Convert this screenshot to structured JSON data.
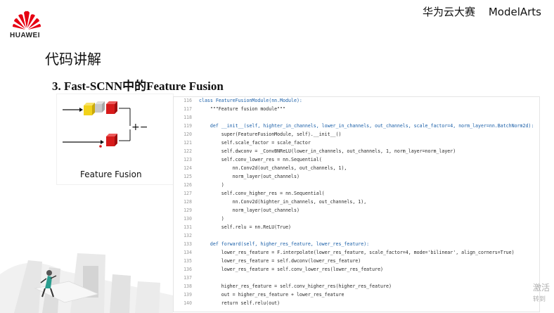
{
  "header": {
    "logo_text": "HUAWEI",
    "brand_line": [
      "华为云大赛",
      "ModelArts"
    ]
  },
  "slide": {
    "title": "代码讲解",
    "subtitle": "3. Fast-SCNN中的Feature Fusion"
  },
  "diagram": {
    "caption": "Feature Fusion",
    "plus_minus": "+−"
  },
  "code": {
    "lines": [
      {
        "n": "116",
        "t": "class FeatureFusionModule(nn.Module):"
      },
      {
        "n": "117",
        "t": "    \"\"\"Feature fusion module\"\"\""
      },
      {
        "n": "118",
        "t": ""
      },
      {
        "n": "119",
        "t": "    def __init__(self, highter_in_channels, lower_in_channels, out_channels, scale_factor=4, norm_layer=nn.BatchNorm2d):"
      },
      {
        "n": "120",
        "t": "        super(FeatureFusionModule, self).__init__()"
      },
      {
        "n": "121",
        "t": "        self.scale_factor = scale_factor"
      },
      {
        "n": "122",
        "t": "        self.dwconv = _ConvBNReLU(lower_in_channels, out_channels, 1, norm_layer=norm_layer)"
      },
      {
        "n": "123",
        "t": "        self.conv_lower_res = nn.Sequential("
      },
      {
        "n": "124",
        "t": "            nn.Conv2d(out_channels, out_channels, 1),"
      },
      {
        "n": "125",
        "t": "            norm_layer(out_channels)"
      },
      {
        "n": "126",
        "t": "        )"
      },
      {
        "n": "127",
        "t": "        self.conv_higher_res = nn.Sequential("
      },
      {
        "n": "128",
        "t": "            nn.Conv2d(highter_in_channels, out_channels, 1),"
      },
      {
        "n": "129",
        "t": "            norm_layer(out_channels)"
      },
      {
        "n": "130",
        "t": "        )"
      },
      {
        "n": "131",
        "t": "        self.relu = nn.ReLU(True)"
      },
      {
        "n": "132",
        "t": ""
      },
      {
        "n": "133",
        "t": "    def forward(self, higher_res_feature, lower_res_feature):"
      },
      {
        "n": "134",
        "t": "        lower_res_feature = F.interpolate(lower_res_feature, scale_factor=4, mode='bilinear', align_corners=True)"
      },
      {
        "n": "135",
        "t": "        lower_res_feature = self.dwconv(lower_res_feature)"
      },
      {
        "n": "136",
        "t": "        lower_res_feature = self.conv_lower_res(lower_res_feature)"
      },
      {
        "n": "137",
        "t": ""
      },
      {
        "n": "138",
        "t": "        higher_res_feature = self.conv_higher_res(higher_res_feature)"
      },
      {
        "n": "139",
        "t": "        out = higher_res_feature + lower_res_feature"
      },
      {
        "n": "140",
        "t": "        return self.relu(out)"
      }
    ]
  },
  "watermark": {
    "line1": "激活",
    "line2": "转到"
  },
  "colors": {
    "huawei_red": "#e60012",
    "block_yellow": "#f2d21a",
    "block_red": "#d71a1a",
    "block_gray": "#c8c8c8"
  }
}
